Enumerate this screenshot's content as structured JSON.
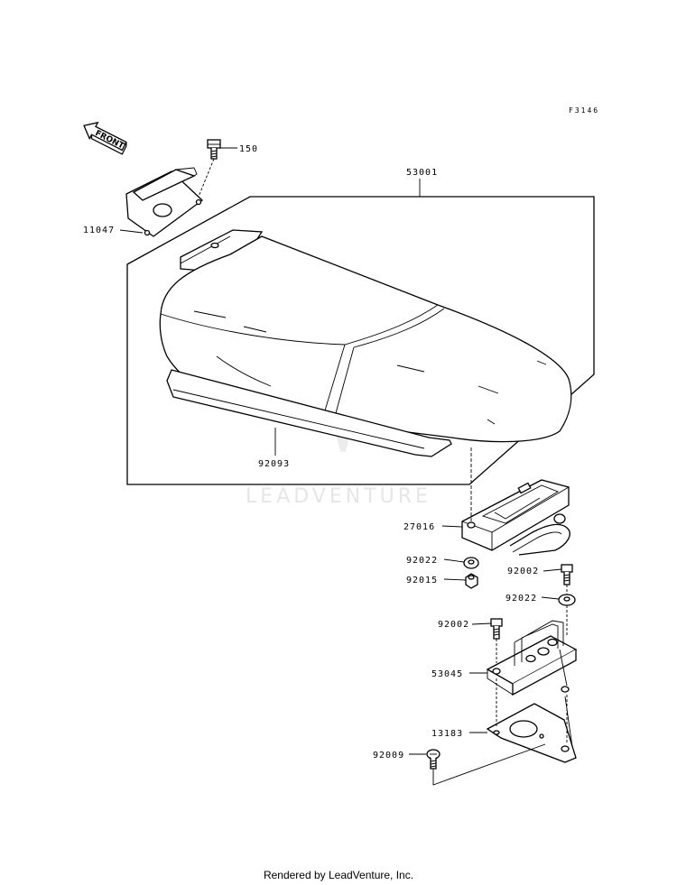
{
  "figure_code": "F3146",
  "front_label": "FRONT",
  "watermark": "LEADVENTURE",
  "footer": "Rendered by LeadVenture, Inc.",
  "parts": {
    "p150": "150",
    "p11047": "11047",
    "p53001": "53001",
    "p92093": "92093",
    "p27016": "27016",
    "p92022a": "92022",
    "p92015": "92015",
    "p92002a": "92002",
    "p92022b": "92022",
    "p92002b": "92002",
    "p53045": "53045",
    "p13183": "13183",
    "p92009": "92009"
  }
}
